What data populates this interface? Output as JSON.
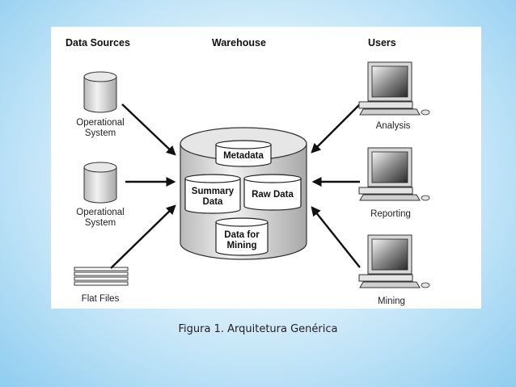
{
  "headers": {
    "sources": "Data Sources",
    "warehouse": "Warehouse",
    "users": "Users"
  },
  "sources": [
    {
      "line1": "Operational",
      "line2": "System",
      "icon": "database-cylinder-icon"
    },
    {
      "line1": "Operational",
      "line2": "System",
      "icon": "database-cylinder-icon"
    },
    {
      "line1": "Flat Files",
      "icon": "flat-files-icon"
    }
  ],
  "warehouse": {
    "metadata": "Metadata",
    "summary_line1": "Summary",
    "summary_line2": "Data",
    "raw": "Raw Data",
    "mining_line1": "Data for",
    "mining_line2": "Mining"
  },
  "users": [
    {
      "label": "Analysis",
      "icon": "computer-workstation-icon"
    },
    {
      "label": "Reporting",
      "icon": "computer-workstation-icon"
    },
    {
      "label": "Mining",
      "icon": "computer-workstation-icon"
    }
  ],
  "caption": "Figura 1. Arquitetura Genérica"
}
